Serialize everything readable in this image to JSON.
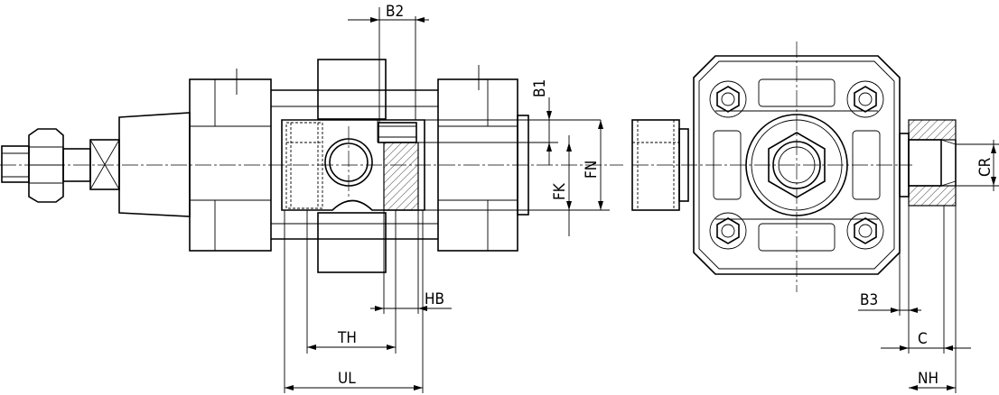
{
  "dimensions": {
    "b2": "B2",
    "b1": "B1",
    "fk": "FK",
    "fn": "FN",
    "hb": "HB",
    "th": "TH",
    "ul": "UL",
    "b3": "B3",
    "c": "C",
    "nh": "NH",
    "cr": "CR"
  }
}
